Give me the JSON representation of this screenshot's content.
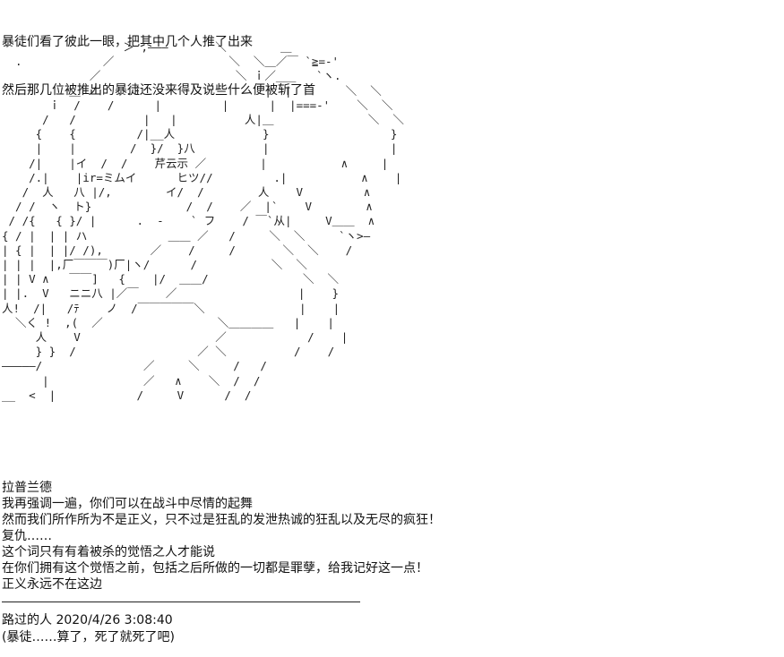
{
  "intro": [
    "暴徒们看了彼此一眼，把其中几个人推了出来",
    "然后那几位被推出的暴徒还没来得及说些什么便被斩了首"
  ],
  "ascii_art": "                  ＞ ,―――       ＼        ＿\n  .            ／                 ＼  ＼＿／￣ `≧=-'\n             ／                    ＼ ｉ／___   `ヽ.\n  .       ＿ ノ    .ｉ                  |  |        ＼  ＼\n       ｉ  /    /      |         |      |  |===-'    ＼  ＼\n      /   /          |   |          人|＿              ＼  ＼\n     {    {         /|__人             }                  }\n     |    |        /  }/  }八          |                  |\n    /|    |イ  /  /    芹云示 ／        |           ∧     |\n    /.|    |ir=ミムイ      ヒツ//         .|           ∧    |\n   /  人   八 |/,        イ/  /        人    V         ∧\n  / /  ヽ  ト}              /  /    ／  |`    V        ∧\n / /{   { }/ |      .  -    ` フ    / ￣`从|     V＿＿  ∧\n{ / |  | | ハ            ＿＿ ／   /     ＼  ＼     `ヽ>―\n| { |  | |/ /),       ／    /     /       ＼  ＼    /\n| | |  |,厂￣￣￣)厂|ヽ/      /           ＼  ＼\n| | V ∧   ￣￣]   {    |/  ＿＿/              ＼  ＼\n| |.  V   ニニ八 |／￣    ／                  |    }\n人!  /|   /ﾃ    ノ  /￣￣￣￣￣＼              |    |\n  ＼く !  ,(  ／                 ＼＿＿＿＿   |    |\n     人    V                    ／            /    |\n     } }  /                  ／ ＼          /    /\n―――――/               ／     ＼     /   /\n      |              ／   ∧    ＼  /  /\n__  <  |            /     V      /  /",
  "speech": [
    "拉普兰德",
    "我再强调一遍，你们可以在战斗中尽情的起舞",
    "然而我们所作所为不是正义，只不过是狂乱的发泄热诚的狂乱以及无尽的疯狂！",
    "复仇……",
    "这个词只有有着被杀的觉悟之人才能说",
    "在你们拥有这个觉悟之前，包括之后所做的一切都是罪孽，给我记好这一点！",
    "正义永远不在这边"
  ],
  "comment": {
    "meta": "路过的人 2020/4/26 3:08:40",
    "text": "(暴徒……算了，死了就死了吧)"
  }
}
